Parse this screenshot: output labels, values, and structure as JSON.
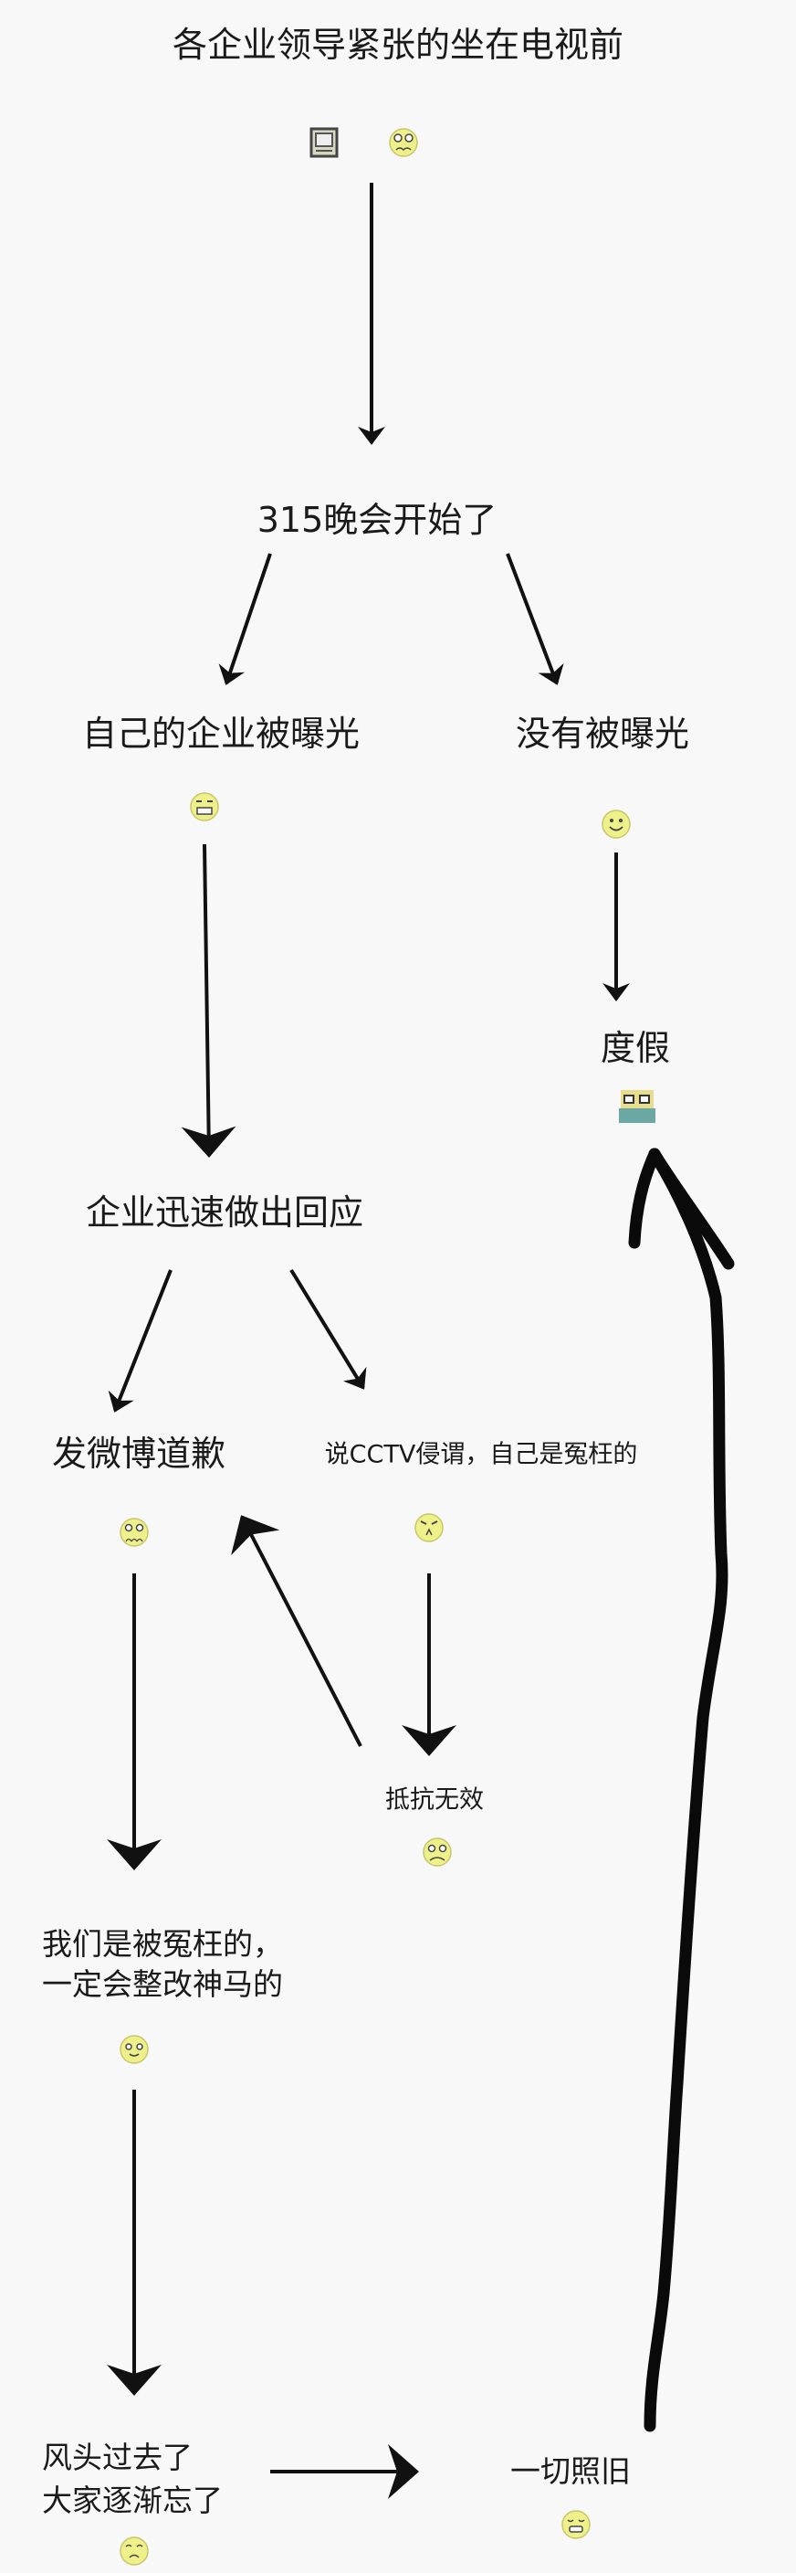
{
  "nodes": {
    "start": "各企业领导紧张的坐在电视前",
    "gala_begins": "315晚会开始了",
    "exposed": "自己的企业被曝光",
    "not_exposed": "没有被曝光",
    "vacation": "度假",
    "respond": "企业迅速做出回应",
    "weibo_apology": "发微博道歉",
    "blame_cctv": "说CCTV侵谓，自己是冤枉的",
    "resist_failed": "抵抗无效",
    "wronged_line1": "我们是被冤枉的，",
    "wronged_line2": "一定会整改神马的",
    "forgotten_line1": "风头过去了",
    "forgotten_line2": "大家逐渐忘了",
    "as_usual": "一切照旧"
  },
  "icons": [
    "tv-icon",
    "nervous-face-icon",
    "grimace-face-icon",
    "smile-face-icon",
    "swimming-face-icon",
    "cry-face-icon",
    "angry-face-icon",
    "sweat-face-icon",
    "happy-face-icon",
    "relieved-face-icon",
    "grin-face-icon"
  ],
  "colors": {
    "background": "#f8f8f8",
    "ink": "#111111",
    "emoji": "#eef08a"
  }
}
